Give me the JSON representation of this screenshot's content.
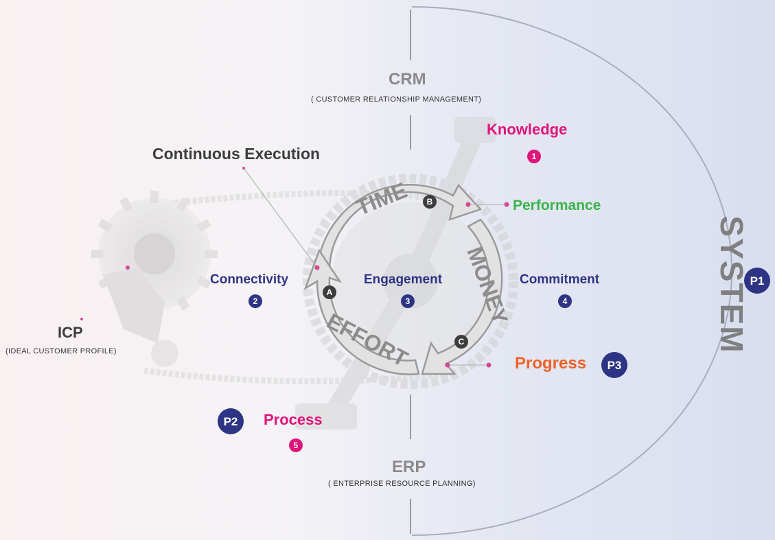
{
  "colors": {
    "navy": "#2e3484",
    "magenta": "#e0157a",
    "green": "#3ab44a",
    "orange": "#ef6229",
    "dark": "#3d3d3d",
    "gray": "#8a8a8a",
    "system": "#7f7f7f"
  },
  "crm": {
    "title": "CRM",
    "subtitle": "( CUSTOMER RELATIONSHIP MANAGEMENT)"
  },
  "erp": {
    "title": "ERP",
    "subtitle": "( ENTERPRISE RESOURCE PLANNING)"
  },
  "icp": {
    "title": "ICP",
    "subtitle": "(IDEAL CUSTOMER PROFILE)"
  },
  "system": {
    "label": "SYSTEM",
    "badge": "P1"
  },
  "continuous_execution": "Continuous Execution",
  "steps": {
    "knowledge": {
      "label": "Knowledge",
      "num": "1"
    },
    "connectivity": {
      "label": "Connectivity",
      "num": "2"
    },
    "engagement": {
      "label": "Engagement",
      "num": "3"
    },
    "commitment": {
      "label": "Commitment",
      "num": "4"
    },
    "process": {
      "label": "Process",
      "num": "5",
      "badge": "P2"
    },
    "performance": {
      "label": "Performance"
    },
    "progress": {
      "label": "Progress",
      "badge": "P3"
    }
  },
  "cycle": {
    "time": {
      "label": "TIME",
      "letter": "B"
    },
    "effort": {
      "label": "EFFORT",
      "letter": "A"
    },
    "money": {
      "label": "MONEY",
      "letter": "C"
    }
  }
}
